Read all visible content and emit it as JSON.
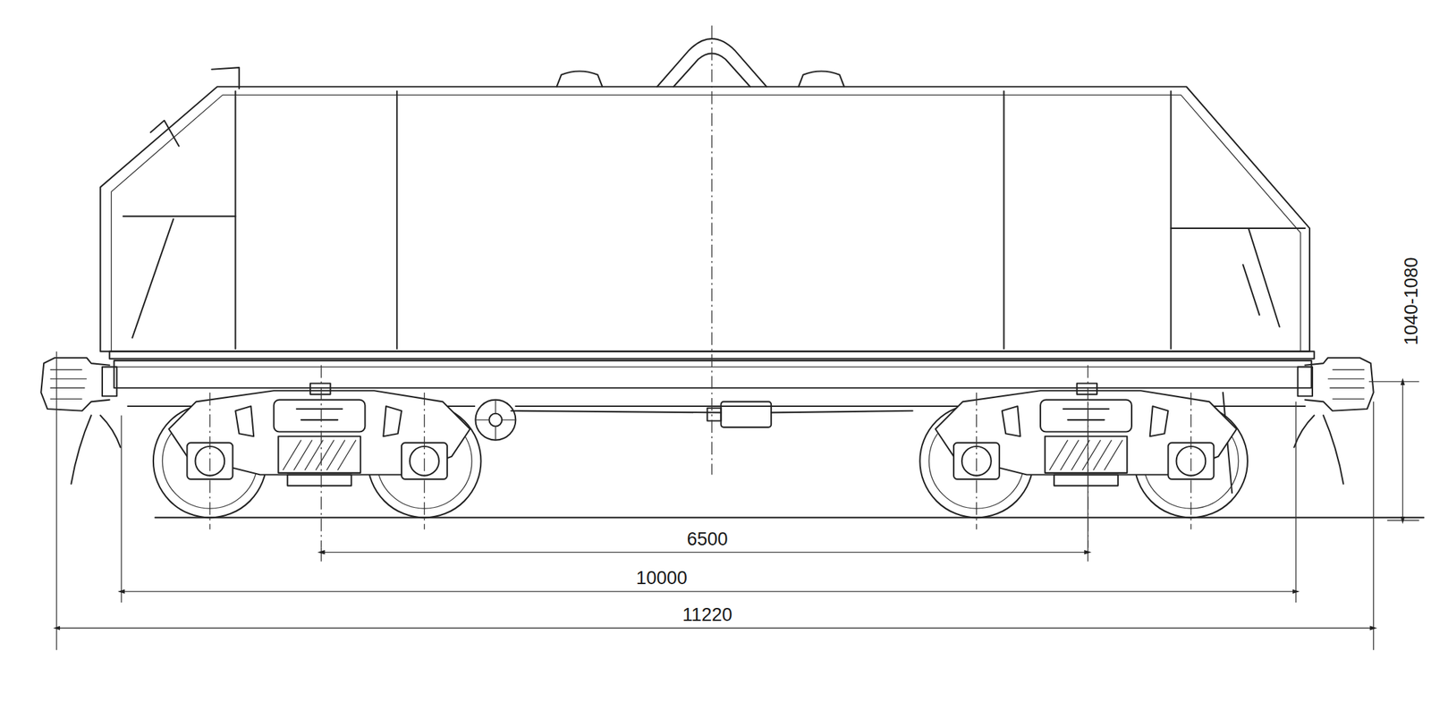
{
  "diagram": {
    "labels": [
      "6500",
      "10000",
      "11220",
      "1040-1080"
    ]
  }
}
